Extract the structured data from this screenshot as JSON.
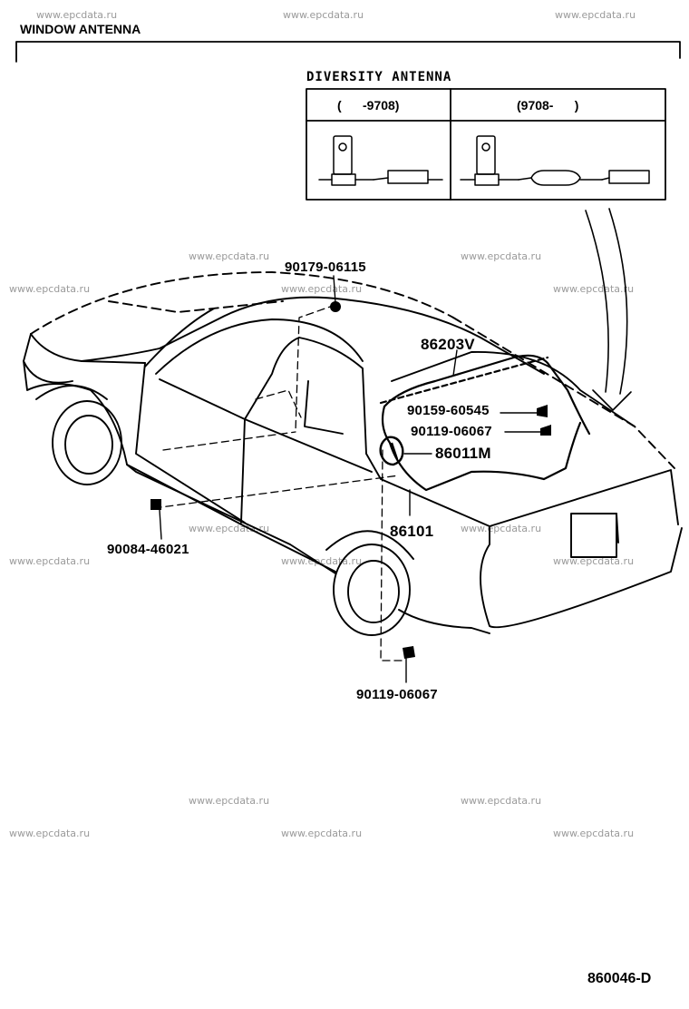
{
  "title": "WINDOW ANTENNA",
  "diversity": {
    "title": "DIVERSITY ANTENNA",
    "col1": "(      -9708)",
    "col2": "(9708-      )"
  },
  "parts": {
    "p1": "90179-06115",
    "p2": "86203V",
    "p3": "90159-60545",
    "p4": "90119-06067",
    "p5": "86011M",
    "p6": "86101",
    "p7": "90084-46021",
    "p8": "90119-06067"
  },
  "figure_code": "860046-D",
  "watermark": "www.epcdata.ru"
}
